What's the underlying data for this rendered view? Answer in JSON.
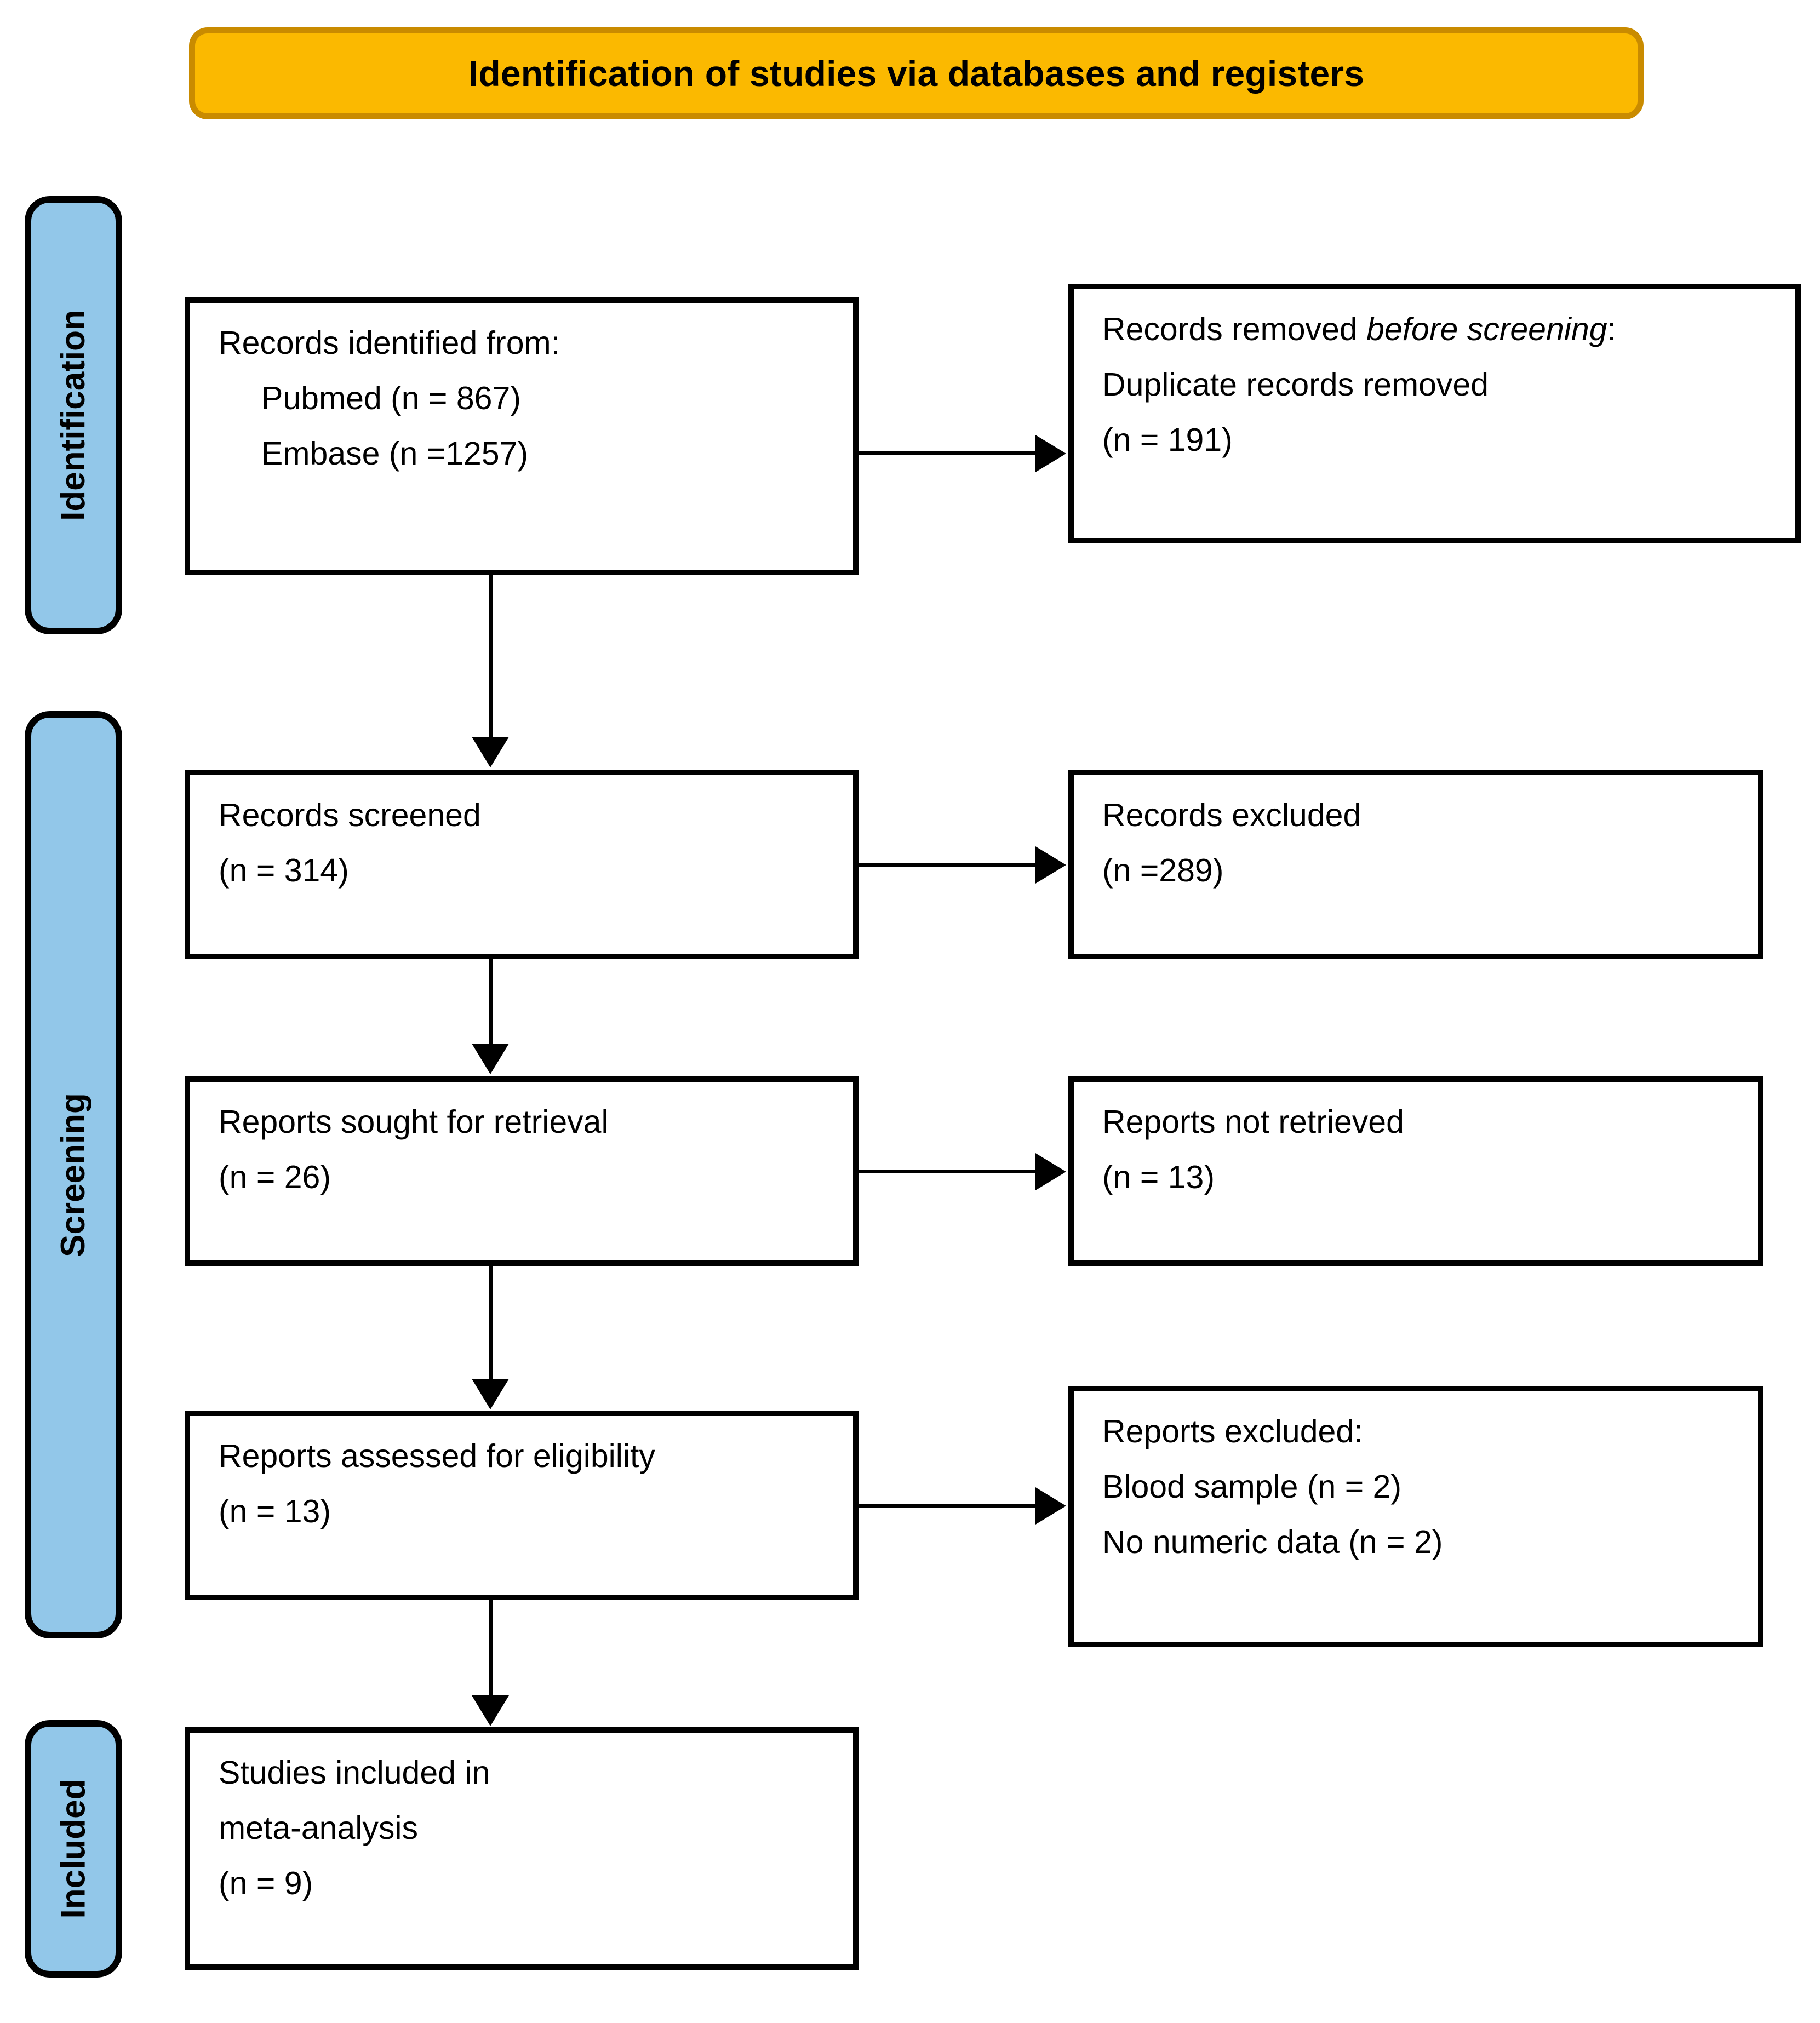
{
  "header": {
    "title": "Identification of studies via databases and registers",
    "fill_color": "#FBB900",
    "border_color": "#C98B00"
  },
  "stages": {
    "fill_color": "#92C7E9",
    "items": [
      {
        "id": "identification",
        "label": "Identification"
      },
      {
        "id": "screening",
        "label": "Screening"
      },
      {
        "id": "included",
        "label": "Included"
      }
    ]
  },
  "boxes": {
    "identified": {
      "line1": "Records identified from:",
      "line2": "Pubmed (n = 867)",
      "line3": "Embase (n =1257)"
    },
    "removed": {
      "line1_prefix": "Records removed ",
      "line1_italic": "before screening",
      "line1_suffix": ":",
      "line2": "Duplicate records removed",
      "line3": "(n = 191)"
    },
    "screened": {
      "line1": "Records screened",
      "line2": "(n = 314)"
    },
    "excluded_records": {
      "line1": "Records excluded",
      "line2": "(n =289)"
    },
    "sought": {
      "line1": "Reports sought for retrieval",
      "line2": "(n = 26)"
    },
    "not_retrieved": {
      "line1": "Reports not retrieved",
      "line2": "(n = 13)"
    },
    "assessed": {
      "line1": "Reports assessed for eligibility",
      "line2": "(n = 13)"
    },
    "excluded_reports": {
      "line1": "Reports excluded:",
      "line2": "Blood sample (n = 2)",
      "line3": "No numeric data (n = 2)"
    },
    "included": {
      "line1": "Studies included in",
      "line2": "meta-analysis",
      "line3": "(n = 9)"
    }
  },
  "chart_data": {
    "type": "diagram",
    "title": "Identification of studies via databases and registers",
    "flow": [
      {
        "stage": "Identification",
        "node": "Records identified from databases",
        "sources": [
          {
            "name": "Pubmed",
            "n": 867
          },
          {
            "name": "Embase",
            "n": 1257
          }
        ]
      },
      {
        "stage": "Identification",
        "node": "Records removed before screening: Duplicate records removed",
        "n": 191
      },
      {
        "stage": "Screening",
        "node": "Records screened",
        "n": 314
      },
      {
        "stage": "Screening",
        "node": "Records excluded",
        "n": 289
      },
      {
        "stage": "Screening",
        "node": "Reports sought for retrieval",
        "n": 26
      },
      {
        "stage": "Screening",
        "node": "Reports not retrieved",
        "n": 13
      },
      {
        "stage": "Screening",
        "node": "Reports assessed for eligibility",
        "n": 13
      },
      {
        "stage": "Screening",
        "node": "Reports excluded",
        "reasons": [
          {
            "reason": "Blood sample",
            "n": 2
          },
          {
            "reason": "No numeric data",
            "n": 2
          }
        ]
      },
      {
        "stage": "Included",
        "node": "Studies included in meta-analysis",
        "n": 9
      }
    ]
  }
}
